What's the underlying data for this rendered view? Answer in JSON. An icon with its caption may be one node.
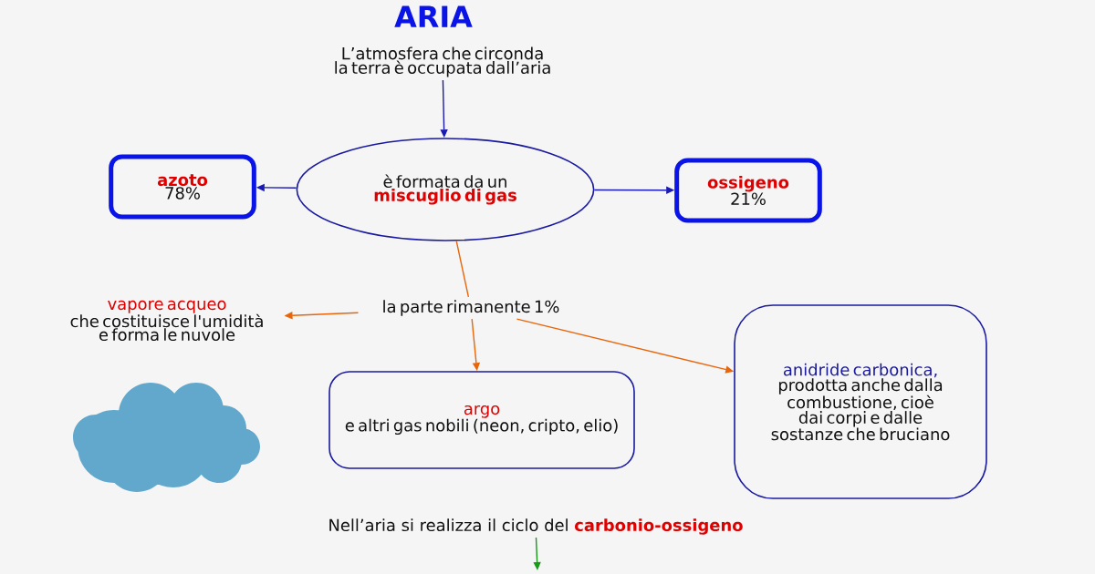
{
  "diagram": {
    "title": "ARIA",
    "nodes": [
      {
        "text": [
          "L’atmosfera che circonda la terra è occupata dall’aria"
        ]
      },
      {
        "text": [
          "è formata da un",
          "miscuglio di gas"
        ]
      },
      {
        "text": [
          "azoto",
          "78%"
        ]
      },
      {
        "text": [
          "ossigeno",
          "21%"
        ]
      },
      {
        "text": [
          "la parte rimanente 1%"
        ]
      },
      {
        "text": [
          "vapore acqueo",
          "che costituisce l'umidità e forma le nuvole"
        ]
      },
      {
        "text": [
          "argo",
          "e altri gas nobili (neon, cripto, elio)"
        ]
      },
      {
        "text": [
          "anidride carbonica,",
          "prodotta anche dalla combustione, cioè dai corpi e dalle sostanze che bruciano"
        ]
      },
      {
        "text": [
          "Nell’aria si realizza il ciclo del",
          "carbonio-ossigeno"
        ]
      }
    ],
    "edges": [
      {
        "from": 0,
        "to": 1,
        "arrow": "to",
        "color": "#1a1ab4"
      },
      {
        "from": 1,
        "to": 2,
        "arrow": "to",
        "color": "#1a1ab4"
      },
      {
        "from": 1,
        "to": 3,
        "arrow": "to",
        "color": "#1a1ab4"
      },
      {
        "from": 1,
        "to": 4,
        "arrow": "none"
      },
      {
        "from": 4,
        "to": 5,
        "arrow": "to"
      },
      {
        "from": 4,
        "to": 6,
        "arrow": "to"
      },
      {
        "from": 4,
        "to": 7,
        "arrow": "to"
      },
      {
        "from": 8,
        "to": null,
        "arrow": "to",
        "color": "#1a9a1a"
      }
    ]
  }
}
